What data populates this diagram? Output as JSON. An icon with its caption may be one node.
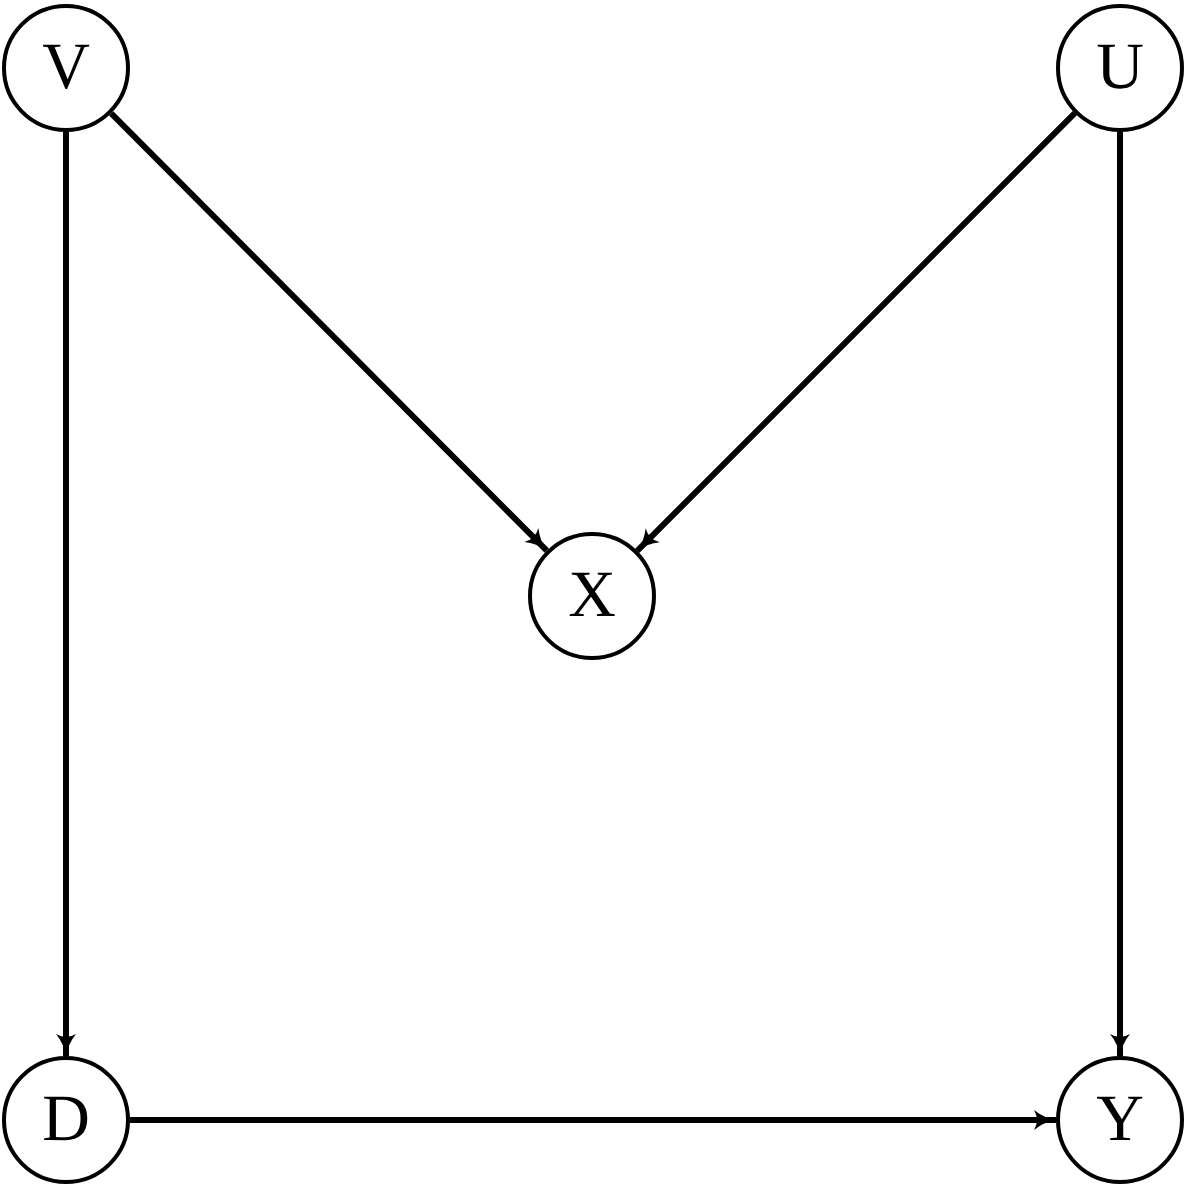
{
  "diagram": {
    "nodes": [
      {
        "text": [
          "V"
        ]
      },
      {
        "text": [
          "U"
        ]
      },
      {
        "text": [
          "X"
        ]
      },
      {
        "text": [
          "D"
        ]
      },
      {
        "text": [
          "Y"
        ]
      }
    ],
    "edges": [
      {
        "from": 0,
        "to": 2,
        "arrow": "to"
      },
      {
        "from": 1,
        "to": 2,
        "arrow": "to"
      },
      {
        "from": 0,
        "to": 3,
        "arrow": "to"
      },
      {
        "from": 1,
        "to": 4,
        "arrow": "to"
      },
      {
        "from": 3,
        "to": 4,
        "arrow": "to"
      }
    ]
  }
}
